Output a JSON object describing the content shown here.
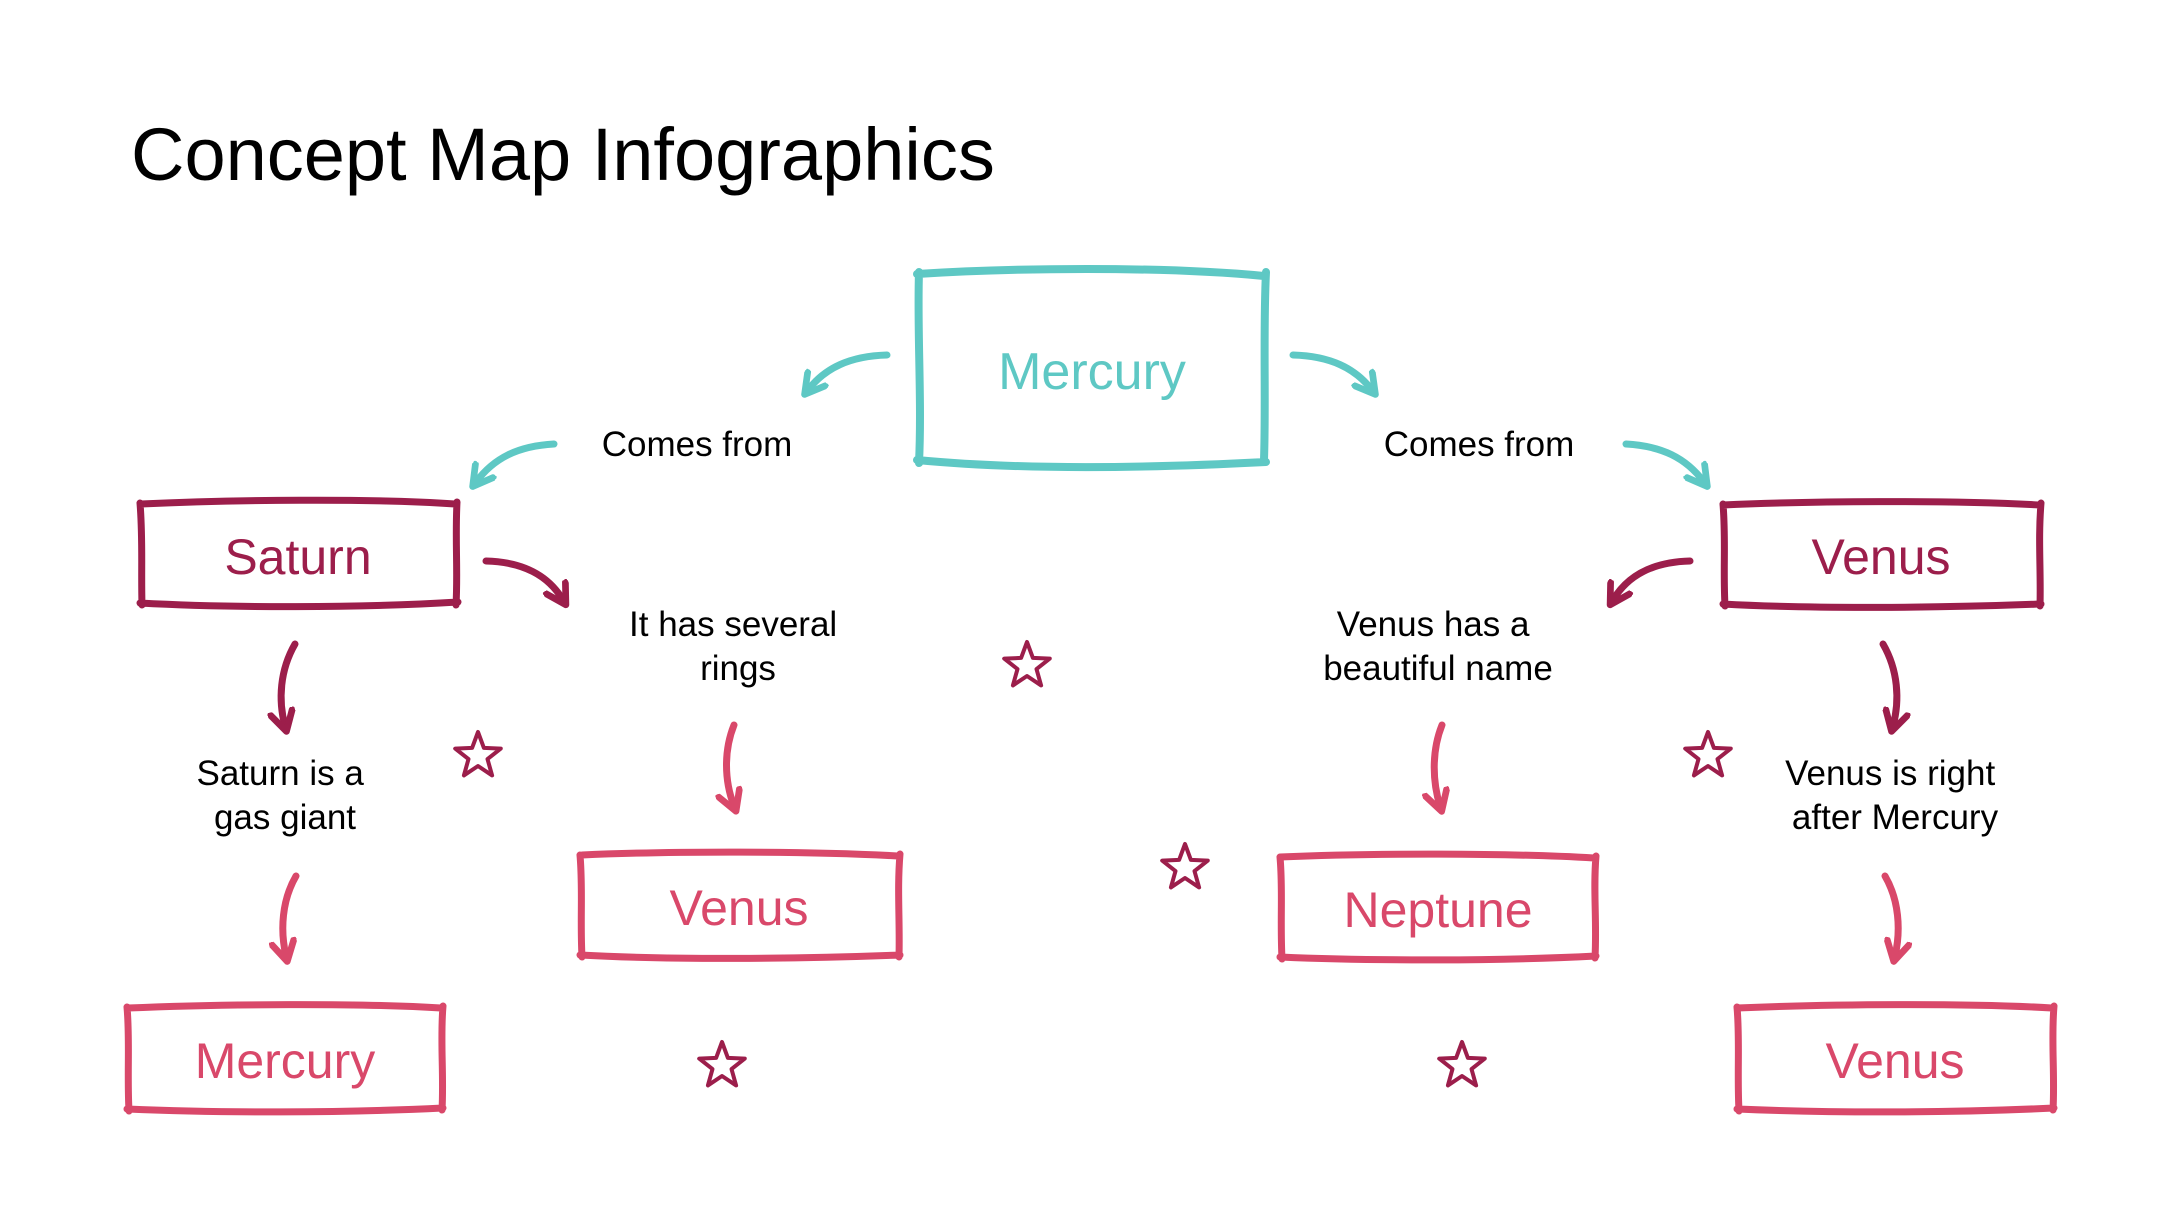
{
  "title": "Concept Map Infographics",
  "colors": {
    "teal": "#5ec8c4",
    "crimson": "#9c1e4b",
    "pink": "#d9486a",
    "text": "#000000"
  },
  "nodes": {
    "root": "Mercury",
    "left_level1": "Saturn",
    "right_level1": "Venus",
    "left_child_a": "Mercury",
    "left_child_b": "Venus",
    "right_child_a": "Neptune",
    "right_child_b": "Venus"
  },
  "links": {
    "root_to_left": "Comes from",
    "root_to_right": "Comes from",
    "saturn_right": [
      "It has several",
      "rings"
    ],
    "saturn_down": [
      "Saturn is a",
      "gas giant"
    ],
    "venus_left": [
      "Venus has a",
      "beautiful name"
    ],
    "venus_down": [
      "Venus is right",
      "after Mercury"
    ]
  },
  "icons": {
    "arrow": "curved-arrow-icon",
    "star": "star-outline-icon"
  }
}
